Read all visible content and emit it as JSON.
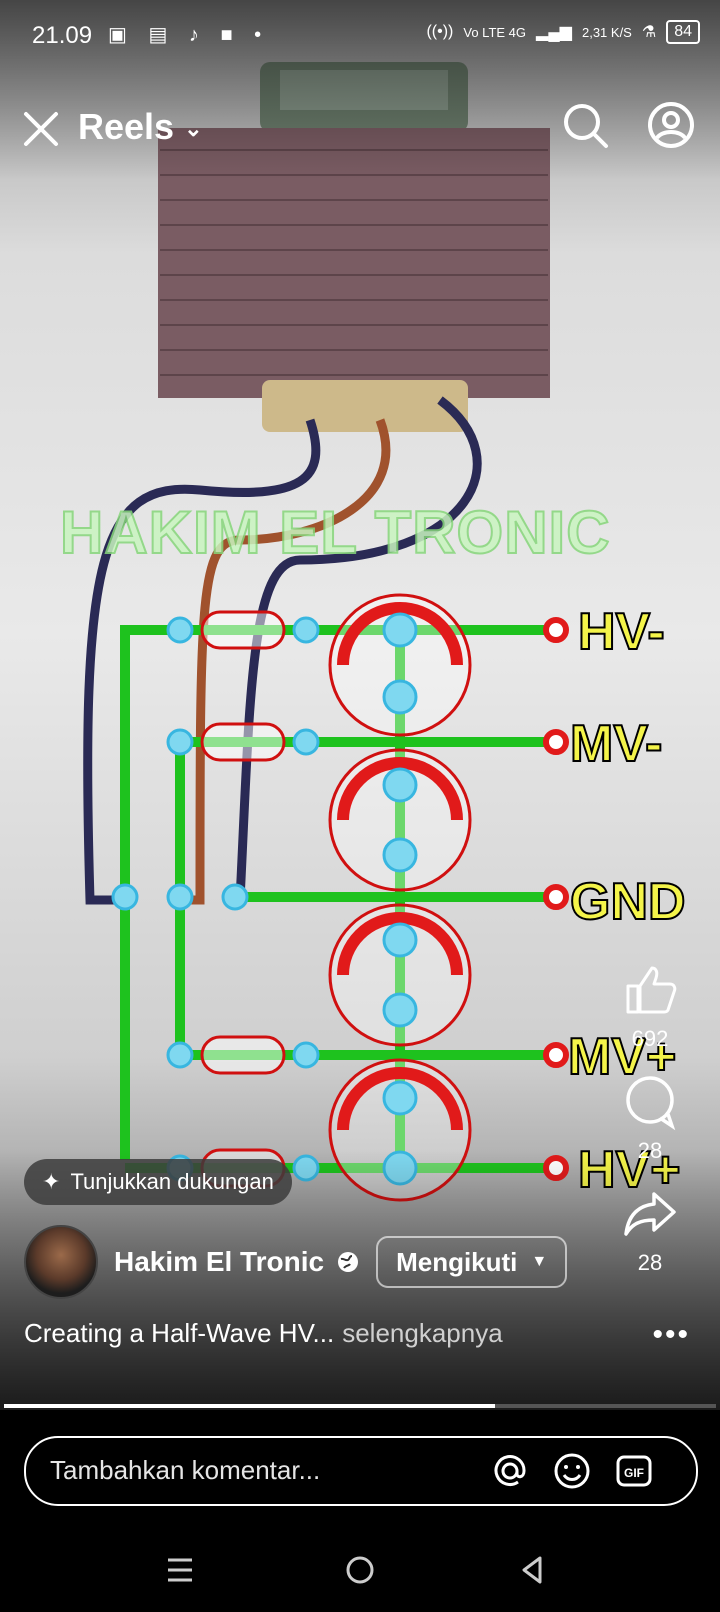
{
  "status": {
    "time": "21.09",
    "network": "Vo LTE 4G",
    "speed": "2,31 K/S",
    "battery": "84"
  },
  "header": {
    "title": "Reels"
  },
  "video_overlay": {
    "watermark": "HAKIM EL TRONIC",
    "labels": [
      "HV-",
      "MV-",
      "GND",
      "MV+",
      "HV+"
    ]
  },
  "actions": {
    "likes": "692",
    "comments": "28",
    "shares": "28"
  },
  "support_chip": {
    "label": "Tunjukkan dukungan"
  },
  "author": {
    "name": "Hakim El Tronic",
    "follow_label": "Mengikuti"
  },
  "caption": {
    "text": "Creating a Half-Wave HV...",
    "more": "selengkapnya"
  },
  "progress": {
    "fraction": 0.69
  },
  "comment": {
    "placeholder": "Tambahkan komentar..."
  },
  "colors": {
    "accent_green": "#1ec21e",
    "pad_blue": "#7fd8f0",
    "diode_red": "#e11a1a",
    "label_yellow": "#f4f44a"
  },
  "icons": [
    "close-icon",
    "chevron-down-icon",
    "search-icon",
    "profile-icon",
    "like-icon",
    "comment-icon",
    "share-icon",
    "sparkle-icon",
    "globe-icon",
    "at-icon",
    "emoji-icon",
    "gif-icon",
    "menu-icon",
    "home-icon",
    "back-icon"
  ]
}
